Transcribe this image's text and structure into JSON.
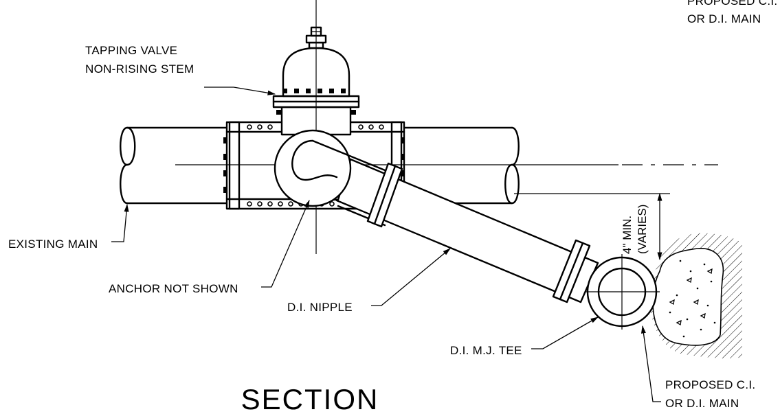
{
  "labels": {
    "proposed_top_line1": "PROPOSED C.I.",
    "proposed_top_line2": "OR D.I. MAIN",
    "tapping_valve_line1": "TAPPING VALVE",
    "tapping_valve_line2": "NON-RISING STEM",
    "existing_main": "EXISTING MAIN",
    "anchor": "ANCHOR NOT SHOWN",
    "nipple": "D.I. NIPPLE",
    "tee": "D.I. M.J. TEE",
    "proposed_bottom_line1": "PROPOSED C.I.",
    "proposed_bottom_line2": "OR D.I. MAIN",
    "dim_min": "4\" MIN.",
    "dim_varies": "(VARIES)",
    "section_title": "SECTION"
  }
}
